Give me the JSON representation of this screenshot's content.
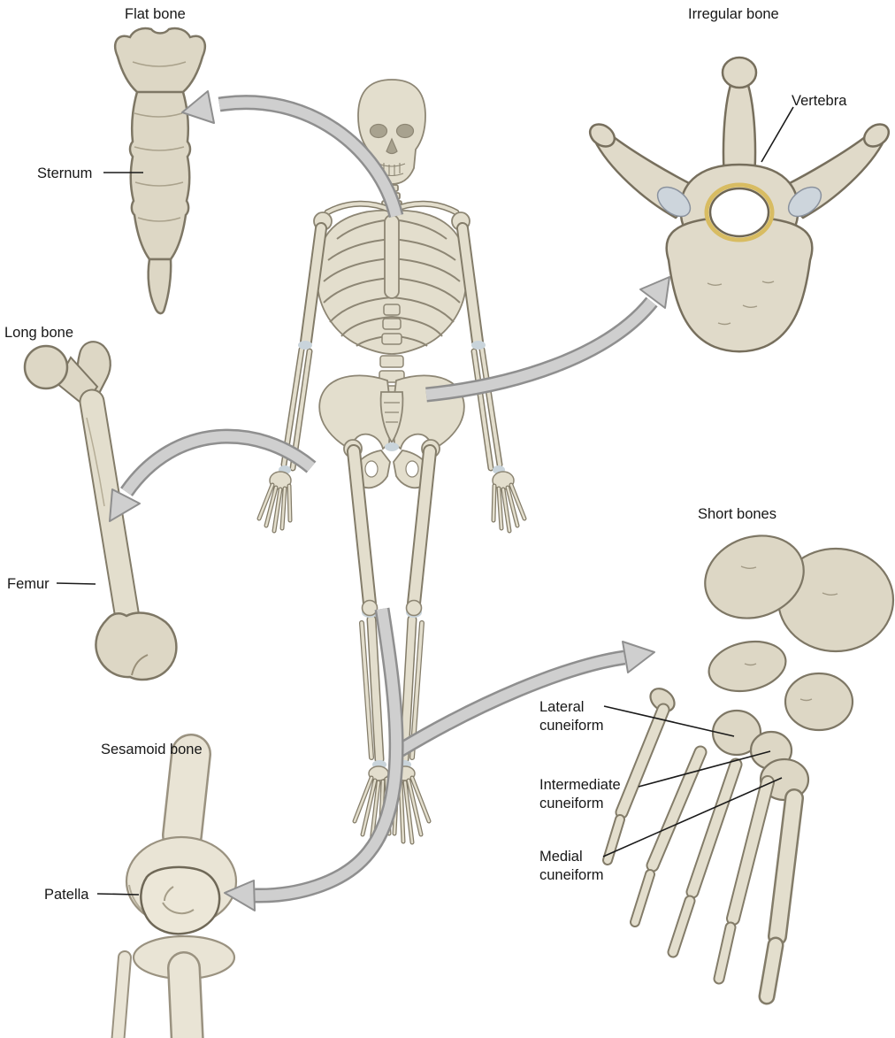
{
  "figure": {
    "kind": "bone-classification-diagram",
    "background": "#ffffff"
  },
  "colors": {
    "bone_fill": "#e3decd",
    "bone_fill_light": "#e9e4d5",
    "bone_outline": "#837c69",
    "arrow_fill": "#cfcfcf",
    "arrow_outline": "#8f8f8f",
    "joint_highlight": "#c9d4db",
    "foramen_ring": "#d8bc62",
    "label_text": "#171717"
  },
  "sections": {
    "flat_bone": {
      "title": "Flat bone",
      "part_label": "Sternum"
    },
    "irregular_bone": {
      "title": "Irregular bone",
      "part_label": "Vertebra"
    },
    "long_bone": {
      "title": "Long bone",
      "part_label": "Femur"
    },
    "short_bones": {
      "title": "Short bones",
      "part_labels": [
        "Lateral cuneiform",
        "Intermediate cuneiform",
        "Medial cuneiform"
      ]
    },
    "sesamoid_bone": {
      "title": "Sesamoid bone",
      "part_label": "Patella"
    }
  }
}
